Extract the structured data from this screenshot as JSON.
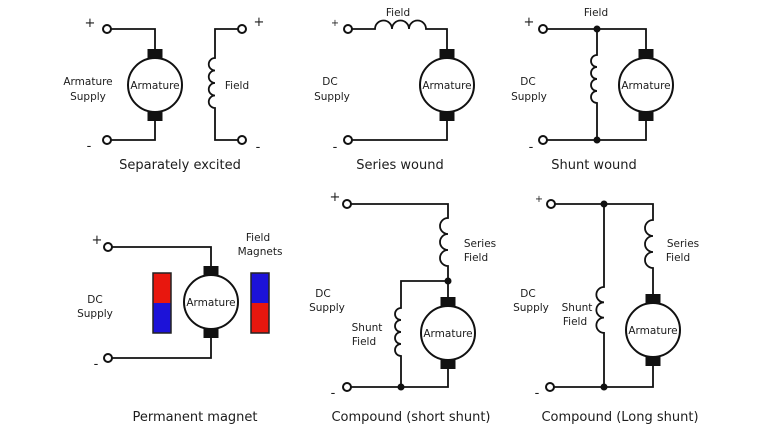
{
  "colors": {
    "wire": "#111111",
    "text": "#1c1c1c",
    "magnet_red": "#e8170e",
    "magnet_blue": "#1c12d8",
    "background": "#ffffff"
  },
  "diagrams": [
    {
      "title": "Separately excited",
      "armature": "Armature",
      "supply_line1": "Armature",
      "supply_line2": "Supply",
      "field": "Field",
      "plus_left": "+",
      "minus_left": "-",
      "plus_right": "+",
      "minus_right": "-"
    },
    {
      "title": "Series wound",
      "armature": "Armature",
      "field": "Field",
      "supply_line1": "DC",
      "supply_line2": "Supply",
      "plus": "+",
      "minus": "-"
    },
    {
      "title": "Shunt wound",
      "armature": "Armature",
      "field": "Field",
      "supply_line1": "DC",
      "supply_line2": "Supply",
      "plus": "+",
      "minus": "-"
    },
    {
      "title": "Permanent magnet",
      "armature": "Armature",
      "field_line1": "Field",
      "field_line2": "Magnets",
      "supply_line1": "DC",
      "supply_line2": "Supply",
      "plus": "+",
      "minus": "-"
    },
    {
      "title": "Compound (short shunt)",
      "armature": "Armature",
      "series_line1": "Series",
      "series_line2": "Field",
      "shunt_line1": "Shunt",
      "shunt_line2": "Field",
      "supply_line1": "DC",
      "supply_line2": "Supply",
      "plus": "+",
      "minus": "-"
    },
    {
      "title": "Compound (Long shunt)",
      "armature": "Armature",
      "series_line1": "Series",
      "series_line2": "Field",
      "shunt_line1": "Shunt",
      "shunt_line2": "Field",
      "supply_line1": "DC",
      "supply_line2": "Supply",
      "plus": "+",
      "minus": "-"
    }
  ]
}
